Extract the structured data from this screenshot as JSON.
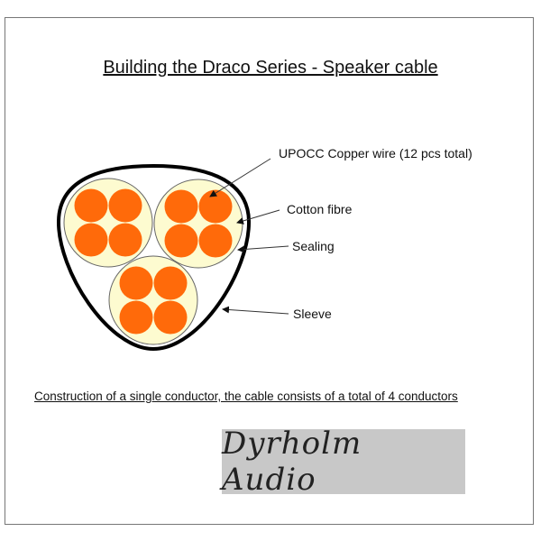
{
  "title": "Building the Draco Series - Speaker cable",
  "labels": {
    "copper": "UPOCC Copper wire (12 pcs total)",
    "cotton": "Cotton fibre",
    "sealing": "Sealing",
    "sleeve": "Sleeve"
  },
  "caption": "Construction of a single conductor, the cable consists of a total of 4 conductors",
  "logo": "Dyrholm Audio",
  "colors": {
    "copper": "#ff6a0a",
    "cotton": "#fdfbd0",
    "sleeve": "#000000",
    "logo_bg": "#c8c8c8"
  }
}
